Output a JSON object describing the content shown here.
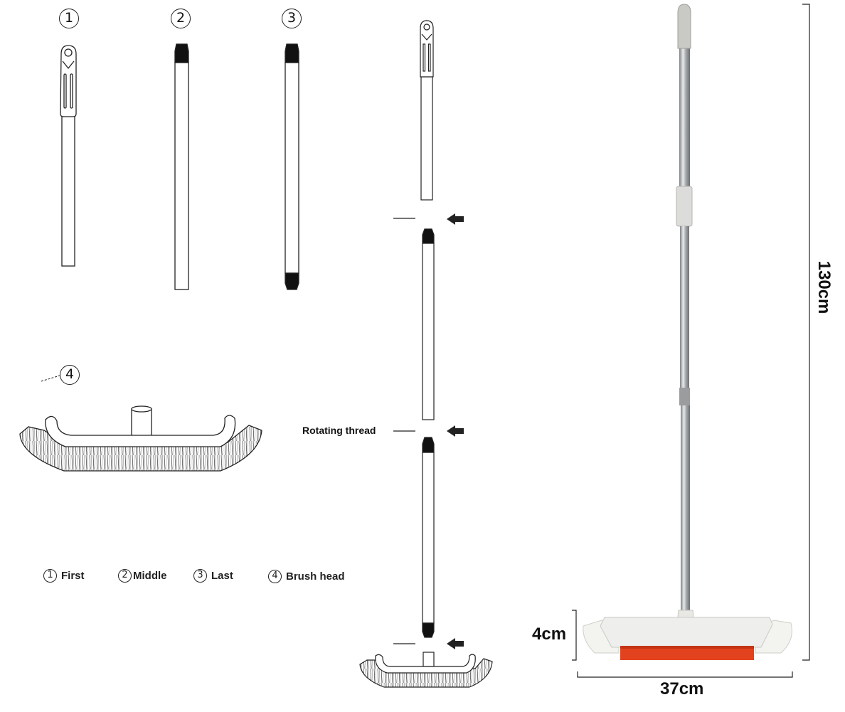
{
  "parts": {
    "first_num": "1",
    "middle_num": "2",
    "last_num": "3",
    "head_num": "4"
  },
  "legend": [
    {
      "num": "1",
      "label": "First"
    },
    {
      "num": "2",
      "label": "Middle"
    },
    {
      "num": "3",
      "label": "Last"
    },
    {
      "num": "4",
      "label": "Brush head"
    }
  ],
  "assembly": {
    "thread_label": "Rotating thread"
  },
  "dimensions": {
    "height": "130cm",
    "width": "37cm",
    "head_height": "4cm"
  },
  "colors": {
    "outline": "#222222",
    "steel": "#b8bbbe",
    "head_white": "#eeeeec",
    "head_red": "#e2431e",
    "bristle": "#f1f1ee"
  }
}
